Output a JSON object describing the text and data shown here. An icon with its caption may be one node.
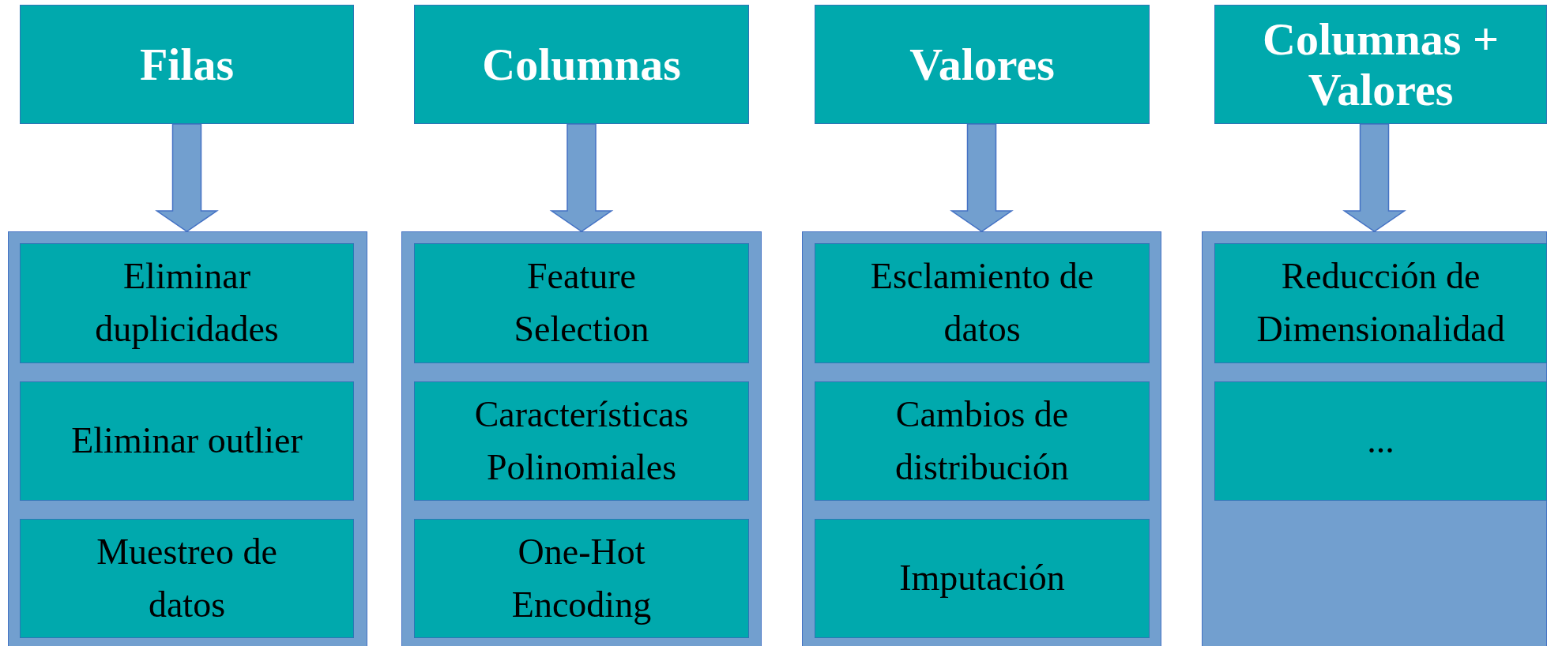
{
  "diagram": {
    "nodes": [
      {
        "text": [
          "Filas"
        ]
      },
      {
        "text": [],
        "shape": "box"
      },
      {
        "text": [
          "Eliminar duplicidades"
        ],
        "in": 1
      },
      {
        "text": [
          "Eliminar outlier"
        ],
        "in": 1
      },
      {
        "text": [
          "Muestreo de datos"
        ],
        "in": 1
      },
      {
        "text": [
          "Columnas"
        ]
      },
      {
        "text": [],
        "shape": "box"
      },
      {
        "text": [
          "Feature Selection"
        ],
        "in": 6
      },
      {
        "text": [
          "Características Polinomiales"
        ],
        "in": 6
      },
      {
        "text": [
          "One-Hot Encoding"
        ],
        "in": 6
      },
      {
        "text": [
          "Valores"
        ]
      },
      {
        "text": [],
        "shape": "box"
      },
      {
        "text": [
          "Esclamiento de datos"
        ],
        "in": 11
      },
      {
        "text": [
          "Cambios de distribución"
        ],
        "in": 11
      },
      {
        "text": [
          "Imputación"
        ],
        "in": 11
      },
      {
        "text": [
          "Columnas + Valores"
        ]
      },
      {
        "text": [],
        "shape": "box"
      },
      {
        "text": [
          "Reducción de Dimensionalidad"
        ],
        "in": 16
      },
      {
        "text": [
          "..."
        ],
        "in": 16
      }
    ],
    "edges": [
      {
        "from": 0,
        "to": 1,
        "arrow": "to"
      },
      {
        "from": 5,
        "to": 6,
        "arrow": "to"
      },
      {
        "from": 10,
        "to": 11,
        "arrow": "to"
      },
      {
        "from": 15,
        "to": 16,
        "arrow": "to"
      }
    ]
  }
}
